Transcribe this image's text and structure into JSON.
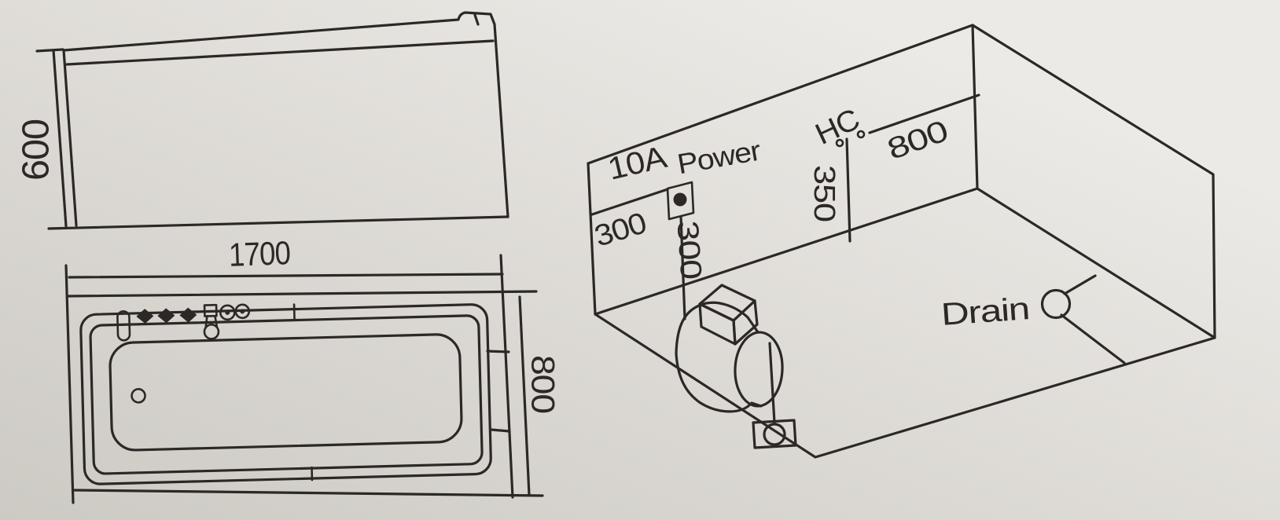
{
  "colors": {
    "ink": "#2b2826",
    "paper_light": "#eceae6",
    "paper_mid": "#dbd8d3",
    "paper_dark": "#cdcac4"
  },
  "side_view": {
    "height_mm": "600"
  },
  "plan_view": {
    "length_mm": "1700",
    "width_mm": "800"
  },
  "installation_view": {
    "breaker_rating": "10A",
    "power_label": "Power",
    "socket_offset_horizontal_mm": "300",
    "socket_offset_vertical_mm": "300",
    "water_supply_label": "HC",
    "water_supply_height_mm": "350",
    "water_supply_offset_mm": "800",
    "drain_label": "Drain"
  }
}
